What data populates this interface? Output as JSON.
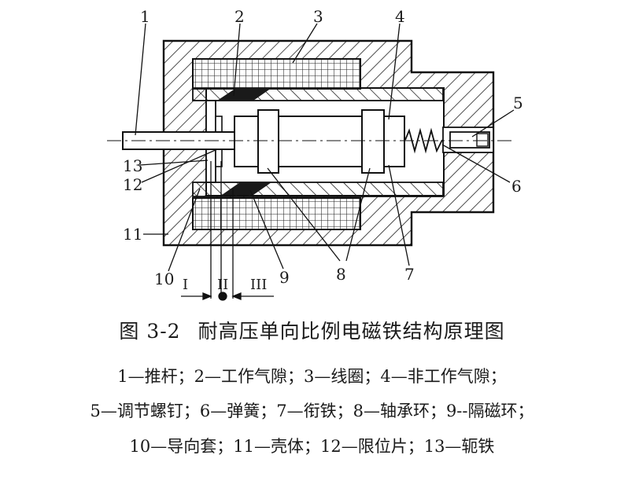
{
  "caption": {
    "figure_number": "图 3-2",
    "title": "耐高压单向比例电磁铁结构原理图"
  },
  "legend_lines": [
    "1—推杆；2—工作气隙；3—线圈；4—非工作气隙；",
    "5—调节螺钉；6—弹簧；7—衔铁；8—轴承环；9--隔磁环；",
    "10—导向套；11—壳体；12—限位片；13—轭铁"
  ],
  "part_numbers": [
    "1",
    "2",
    "3",
    "4",
    "5",
    "6",
    "7",
    "8",
    "9",
    "10",
    "11",
    "12",
    "13"
  ],
  "zone_labels": [
    "I",
    "II",
    "III"
  ]
}
